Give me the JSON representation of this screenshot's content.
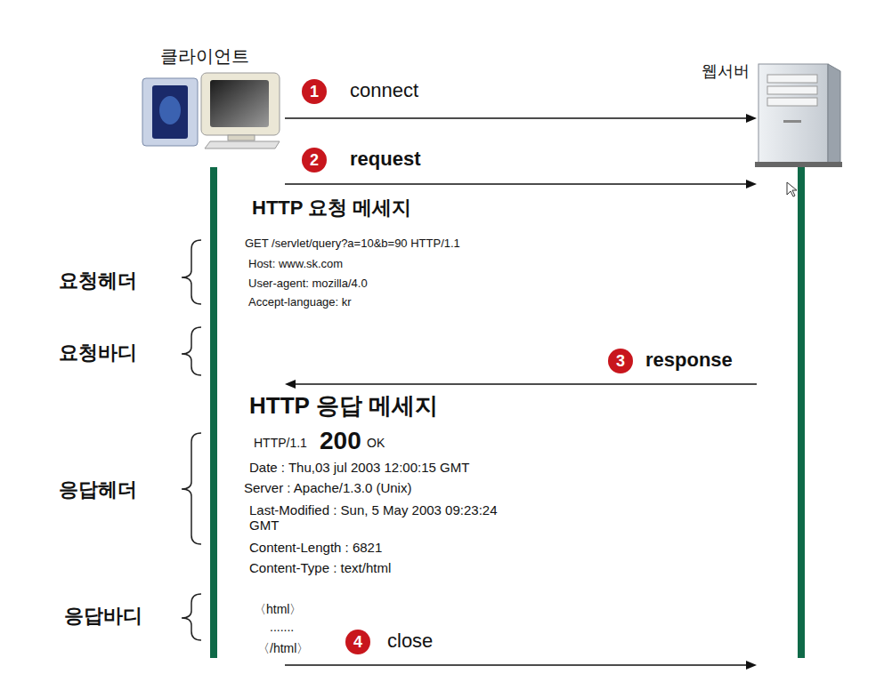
{
  "diagram": {
    "nodes": [
      {
        "text": [
          "클라이언트"
        ]
      },
      {
        "text": [
          "웹서버"
        ]
      }
    ],
    "edges": [
      {
        "from": 0,
        "to": 1,
        "arrow": "to",
        "label": "connect"
      },
      {
        "from": 0,
        "to": 1,
        "arrow": "to",
        "label": "request"
      },
      {
        "from": 1,
        "to": 0,
        "arrow": "to",
        "label": "response"
      },
      {
        "from": 0,
        "to": 1,
        "arrow": "to",
        "label": "close"
      }
    ],
    "labels": [
      "1",
      "2",
      "HTTP 요청 메세지",
      "GET /servlet/query?a=10&b=90 HTTP/1.1",
      "Host: www.sk.com",
      "User-agent: mozilla/4.0",
      "Accept-language: kr",
      "요청헤더",
      "요청바디",
      "3",
      "HTTP 응답 메세지",
      "HTTP/1.1",
      "200",
      "OK",
      "Date : Thu,03 jul 2003 12:00:15 GMT",
      "Server : Apache/1.3.0 (Unix)",
      "Last-Modified : Sun, 5 May 2003 09:23:24 GMT",
      "Content-Length : 6821",
      "Content-Type : text/html",
      "응답헤더",
      "응답바디",
      "〈html〉",
      ".......",
      "4",
      "〈/html〉"
    ]
  }
}
